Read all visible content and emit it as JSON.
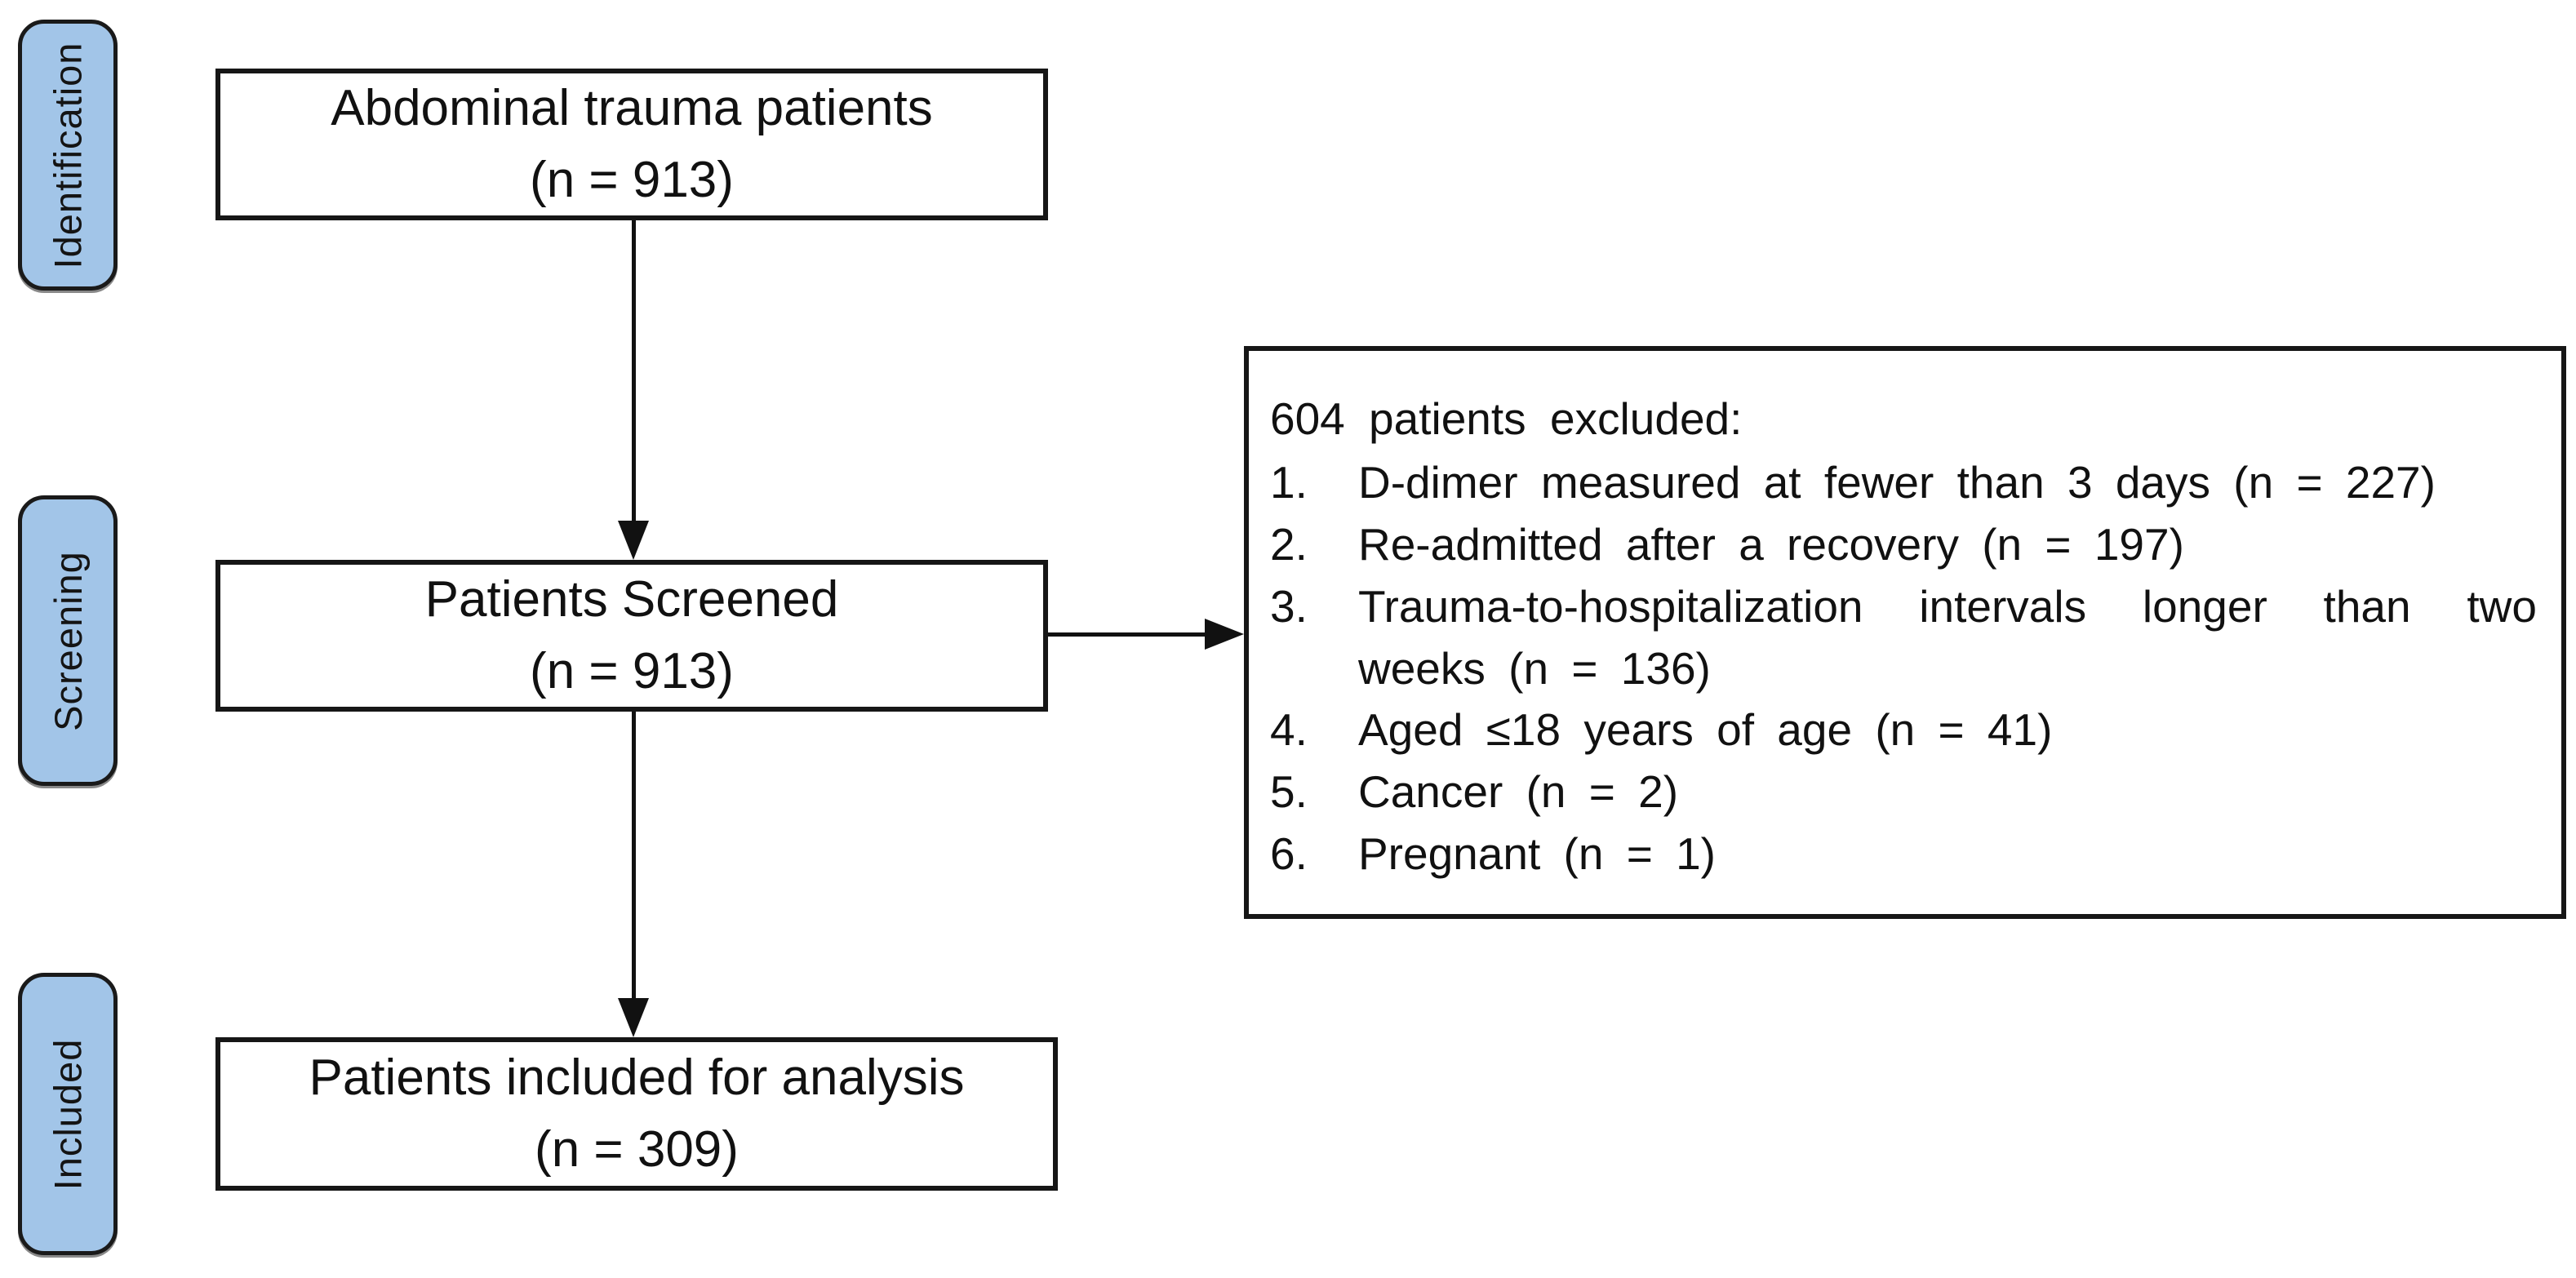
{
  "diagram": {
    "type": "patient-flow-diagram",
    "stages": [
      {
        "label": "Identification"
      },
      {
        "label": "Screening"
      },
      {
        "label": "Included"
      }
    ],
    "boxes": {
      "identification": {
        "line1": "Abdominal trauma patients",
        "line2": "(n = 913)"
      },
      "screening": {
        "line1": "Patients Screened",
        "line2": "(n = 913)"
      },
      "included": {
        "line1": "Patients included for analysis",
        "line2": "(n = 309)"
      },
      "excluded": {
        "header": "604 patients excluded:",
        "items": [
          {
            "num": "1.",
            "text": "D-dimer measured at fewer than 3 days (n = 227)"
          },
          {
            "num": "2.",
            "text": "Re-admitted after a recovery (n = 197)"
          },
          {
            "num": "3.",
            "text": "Trauma-to-hospitalization intervals longer than two weeks (n = 136)"
          },
          {
            "num": "4.",
            "text": "Aged ≤18 years of age (n = 41)"
          },
          {
            "num": "5.",
            "text": "Cancer (n = 2)"
          },
          {
            "num": "6.",
            "text": "Pregnant (n = 1)"
          }
        ]
      }
    },
    "colors": {
      "stage_fill": "#A2C5E8",
      "border": "#161616",
      "box_fill": "#FFFFFF"
    }
  }
}
